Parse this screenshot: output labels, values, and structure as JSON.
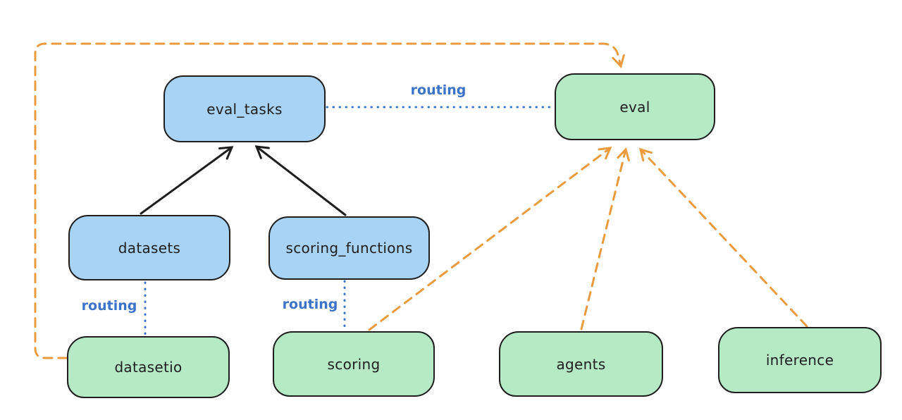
{
  "diagram": {
    "kind": "architecture-diagram",
    "background": "#ffffff"
  },
  "colors": {
    "node_blue_fill": "#a8d3f5",
    "node_green_fill": "#b6e9c5",
    "stroke_black": "#1e1e1e",
    "routing_blue": "#3b73c9",
    "provider_orange": "#ea9b3e"
  },
  "nodes": [
    {
      "id": "eval_tasks",
      "label": "eval_tasks",
      "color": "blue"
    },
    {
      "id": "eval",
      "label": "eval",
      "color": "green"
    },
    {
      "id": "datasets",
      "label": "datasets",
      "color": "blue"
    },
    {
      "id": "scoring_functions",
      "label": "scoring_functions",
      "color": "blue"
    },
    {
      "id": "datasetio",
      "label": "datasetio",
      "color": "green"
    },
    {
      "id": "scoring",
      "label": "scoring",
      "color": "green"
    },
    {
      "id": "agents",
      "label": "agents",
      "color": "green"
    },
    {
      "id": "inference",
      "label": "inference",
      "color": "green"
    }
  ],
  "edges": [
    {
      "from": "datasets",
      "to": "eval_tasks",
      "style": "solid-black-arrow",
      "label": ""
    },
    {
      "from": "scoring_functions",
      "to": "eval_tasks",
      "style": "solid-black-arrow",
      "label": ""
    },
    {
      "from": "eval_tasks",
      "to": "eval",
      "style": "dotted-blue",
      "label": "routing"
    },
    {
      "from": "datasets",
      "to": "datasetio",
      "style": "dotted-blue",
      "label": "routing"
    },
    {
      "from": "scoring_functions",
      "to": "scoring",
      "style": "dotted-blue",
      "label": "routing"
    },
    {
      "from": "datasetio",
      "to": "eval",
      "style": "dashed-orange-arrow",
      "label": ""
    },
    {
      "from": "scoring",
      "to": "eval",
      "style": "dashed-orange-arrow",
      "label": ""
    },
    {
      "from": "agents",
      "to": "eval",
      "style": "dashed-orange-arrow",
      "label": ""
    },
    {
      "from": "inference",
      "to": "eval",
      "style": "dashed-orange-arrow",
      "label": ""
    }
  ]
}
